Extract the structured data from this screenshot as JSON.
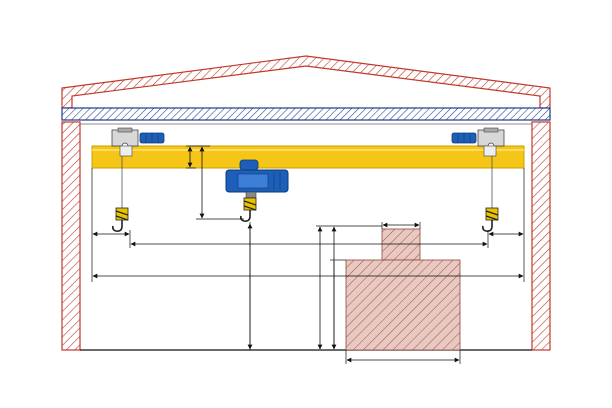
{
  "diagram": {
    "kind": "overhead-crane-dimension-drawing",
    "colors": {
      "building_hatch": "#c0392b",
      "runway_beam": "#1f3b8a",
      "bridge_girder": "#f5c518",
      "girder_edge": "#c9a000",
      "hoist_body": "#1d5fb8",
      "hook_yellow": "#e8c400",
      "load_fill": "#e8c8c0",
      "load_hatch": "#8b4a3c",
      "dim_line": "#111111"
    },
    "components": [
      "building-shell",
      "roof",
      "runway-beam",
      "bridge-girder",
      "left-end-truck",
      "right-end-truck",
      "main-hoist",
      "main-hook",
      "left-limit-hook",
      "right-limit-hook",
      "small-load",
      "large-load",
      "floor-line"
    ],
    "dimension_lines": [
      "girder-height",
      "hook-clearance",
      "left-approach",
      "right-approach",
      "hook-travel-width",
      "span-width",
      "hook-height",
      "load-height-outer",
      "load-height-inner",
      "small-load-width",
      "large-load-width"
    ]
  }
}
